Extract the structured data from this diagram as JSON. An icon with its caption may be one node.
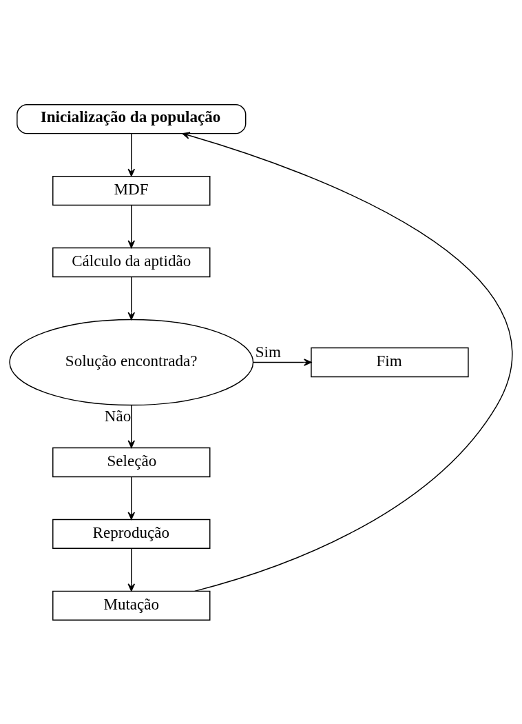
{
  "diagram": {
    "nodes": [
      {
        "text": [
          "Inicialização da população"
        ]
      },
      {
        "text": [
          "MDF"
        ]
      },
      {
        "text": [
          "Cálculo da aptidão"
        ]
      },
      {
        "text": [
          "Solução encontrada?"
        ]
      },
      {
        "text": [
          "Fim"
        ]
      },
      {
        "text": [
          "Seleção"
        ]
      },
      {
        "text": [
          "Reprodução"
        ]
      },
      {
        "text": [
          "Mutação"
        ]
      }
    ],
    "edges": [
      {
        "from": 0,
        "to": 1,
        "arrow": "to"
      },
      {
        "from": 1,
        "to": 2,
        "arrow": "to"
      },
      {
        "from": 2,
        "to": 3,
        "arrow": "to"
      },
      {
        "from": 3,
        "to": 4,
        "arrow": "to",
        "label": "Sim"
      },
      {
        "from": 3,
        "to": 5,
        "arrow": "to",
        "label": "Não"
      },
      {
        "from": 5,
        "to": 6,
        "arrow": "to"
      },
      {
        "from": 6,
        "to": 7,
        "arrow": "to"
      },
      {
        "from": 7,
        "to": 0,
        "arrow": "to"
      }
    ]
  }
}
